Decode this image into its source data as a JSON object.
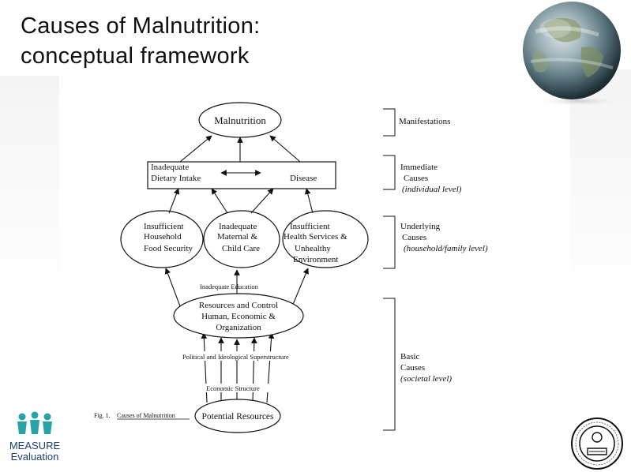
{
  "slide": {
    "title_line1": "Causes of Malnutrition:",
    "title_line2": "conceptual framework"
  },
  "diagram": {
    "nodes": {
      "malnutrition": "Malnutrition",
      "dietary_line1": "Inadequate",
      "dietary_line2": "Dietary Intake",
      "disease": "Disease",
      "food_line1": "Insufficient",
      "food_line2": "Household",
      "food_line3": "Food Security",
      "care_line1": "Inadequate",
      "care_line2": "Maternal &",
      "care_line3": "Child Care",
      "health_line1": "Insufficient",
      "health_line2": "Health Services &",
      "health_line3": "Unhealthy",
      "health_line4": "Environment",
      "resources_line1": "Resources and Control",
      "resources_line2": "Human, Economic &",
      "resources_line3": "Organization",
      "potential": "Potential Resources"
    },
    "edge_labels": {
      "education": "Inadequate Education",
      "political": "Political and Ideological Superstructure",
      "economic": "Economic Structure"
    },
    "caption": {
      "fig": "Fig. 1.",
      "text": "Causes of Malnutrition"
    },
    "levels": {
      "manifestations": "Manifestations",
      "immediate_line1": "Immediate",
      "immediate_line2": "Causes",
      "immediate_line3": "(individual level)",
      "underlying_line1": "Underlying",
      "underlying_line2": "Causes",
      "underlying_line3": "(household/family level)",
      "basic_line1": "Basic",
      "basic_line2": "Causes",
      "basic_line3": "(societal level)"
    }
  },
  "logos": {
    "measure_line1": "MEASURE",
    "measure_line2": "Evaluation"
  }
}
